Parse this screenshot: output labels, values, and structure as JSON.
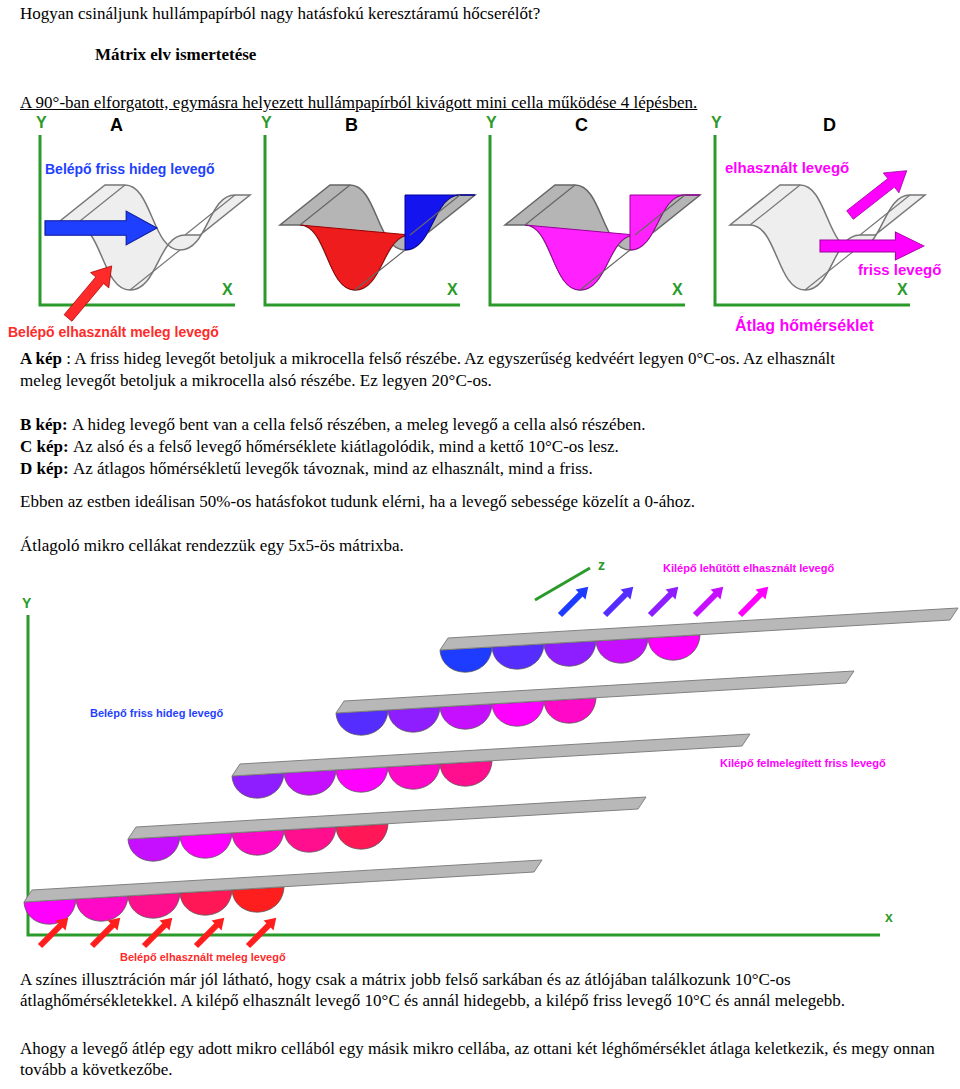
{
  "diagram": {
    "title": "Hogyan csináljunk hullámpapírból nagy hatásfokú keresztáramú hőcserélőt?",
    "labels": [
      "Mátrix elv ismertetése",
      "A 90°-ban elforgatott, egymásra helyezett hullámpapírból kivágott mini cella működése 4 lépésben.",
      "Y",
      "A",
      "Y",
      "B",
      "Y",
      "C",
      "Y",
      "D",
      "X",
      "X",
      "X",
      "X",
      "Belépő friss hideg levegő",
      "Belépő elhasznált meleg levegő",
      "elhasznált levegő",
      "friss levegő",
      "Átlag hőmérséklet",
      "A kép",
      ": A friss hideg levegőt betoljuk a mikrocella felső részébe. Az egyszerűség kedvéért legyen 0°C-os. Az elhasznált meleg levegőt betoljuk a mikrocella alsó részébe. Ez legyen 20°C-os.",
      "B kép:",
      "A hideg levegő bent van a cella felső részében, a meleg levegő a cella alsó részében.",
      "C kép:",
      "Az alsó és a felső levegő hőmérséklete kiátlagolódik, mind a kettő 10°C-os lesz.",
      "D kép:",
      "Az átlagos hőmérsékletű levegők távoznak, mind az elhasznált, mind a friss.",
      "Ebben az estben ideálisan 50%-os hatásfokot tudunk elérni, ha a levegő sebessége közelít a 0-ához.",
      "Átlagoló mikro cellákat rendezzük egy 5x5-ös mátrixba.",
      "Y",
      "z",
      "Kilépő lehűtött elhasznált levegő",
      "Belépő friss hideg levegő",
      "Kilépő felmelegített friss levegő",
      "x",
      "Belépő elhasznált meleg levegő",
      "A színes illusztráción már jól látható, hogy csak a mátrix jobb felső sarkában és az átlójában találkozunk 10°C-os átlaghőmérsékletekkel. A kilépő elhasznált levegő 10°C és annál hidegebb, a kilépő friss levegő 10°C és annál melegebb.",
      "Ahogy a levegő átlép egy adott mikro cellából egy másik mikro cellába, az ottani két léghőmérséklet átlaga keletkezik, és megy onnan tovább a következőbe."
    ]
  }
}
